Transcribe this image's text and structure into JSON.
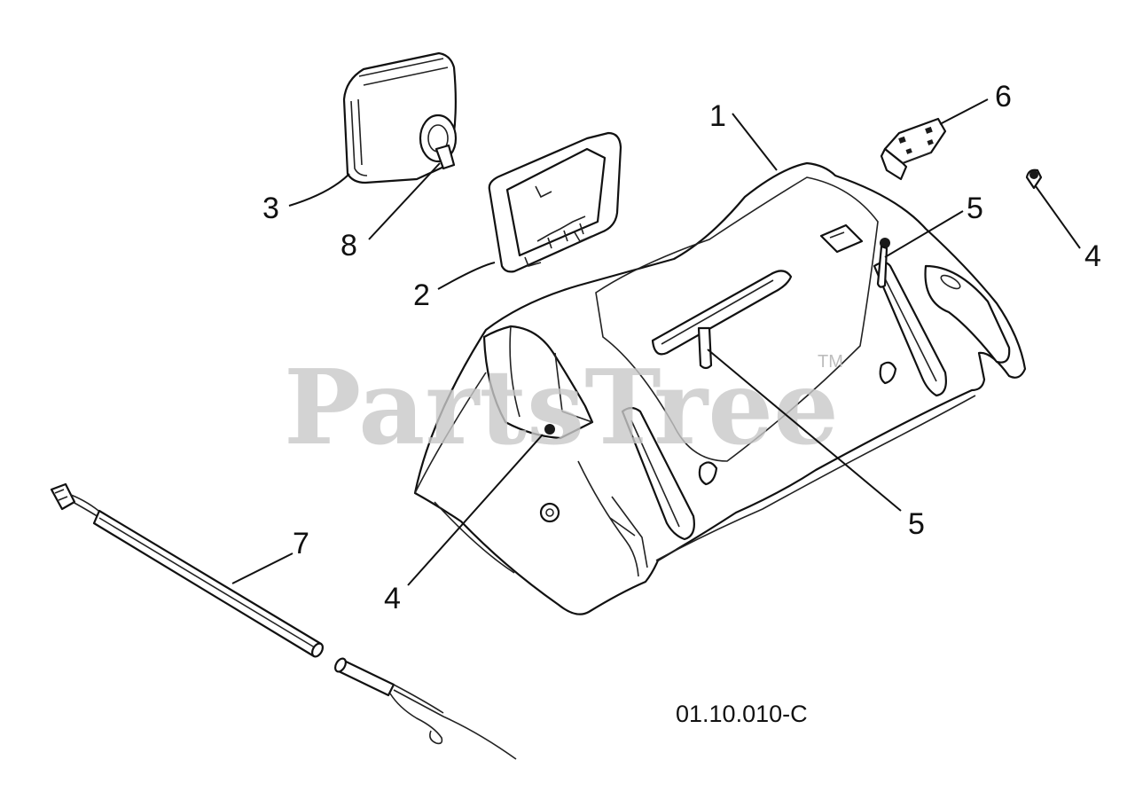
{
  "watermark": {
    "text": "PartsTree",
    "trademark": "TM"
  },
  "drawing_code": "01.10.010-C",
  "callouts": [
    {
      "id": "callout-1",
      "label": "1"
    },
    {
      "id": "callout-2",
      "label": "2"
    },
    {
      "id": "callout-3",
      "label": "3"
    },
    {
      "id": "callout-4a",
      "label": "4"
    },
    {
      "id": "callout-4b",
      "label": "4"
    },
    {
      "id": "callout-5a",
      "label": "5"
    },
    {
      "id": "callout-5b",
      "label": "5"
    },
    {
      "id": "callout-6",
      "label": "6"
    },
    {
      "id": "callout-7",
      "label": "7"
    },
    {
      "id": "callout-8",
      "label": "8"
    }
  ],
  "colors": {
    "line": "#111111",
    "background": "#ffffff",
    "watermark": "#c9c9c9"
  }
}
